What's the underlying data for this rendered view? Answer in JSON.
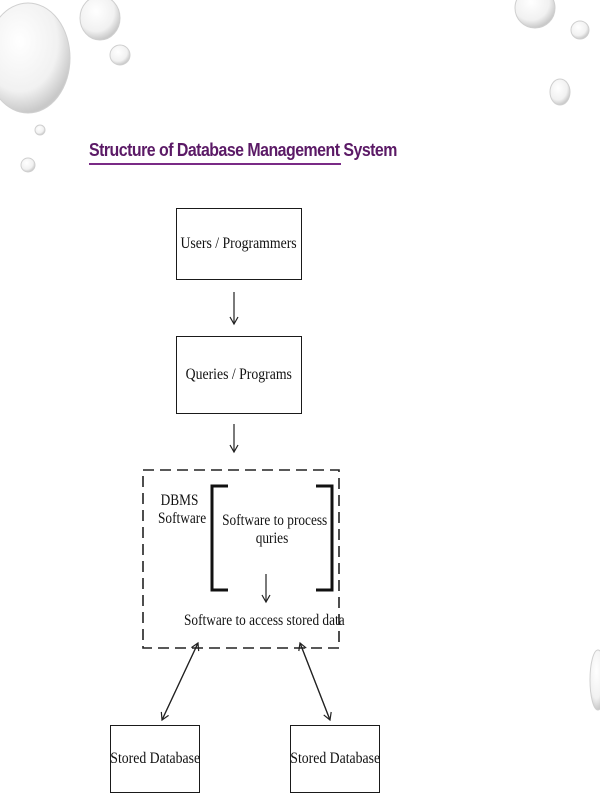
{
  "title": "Structure of Database Management System",
  "diagram": {
    "users_box": "Users / Programmers",
    "queries_box": "Queries / Programs",
    "dbms_label_line1": "DBMS",
    "dbms_label_line2": "Software",
    "process_line1": "Software to process",
    "process_line2": "quries",
    "access_label": "Software to  access stored data",
    "stored_db_left": "Stored Database",
    "stored_db_right": "Stored Database"
  }
}
